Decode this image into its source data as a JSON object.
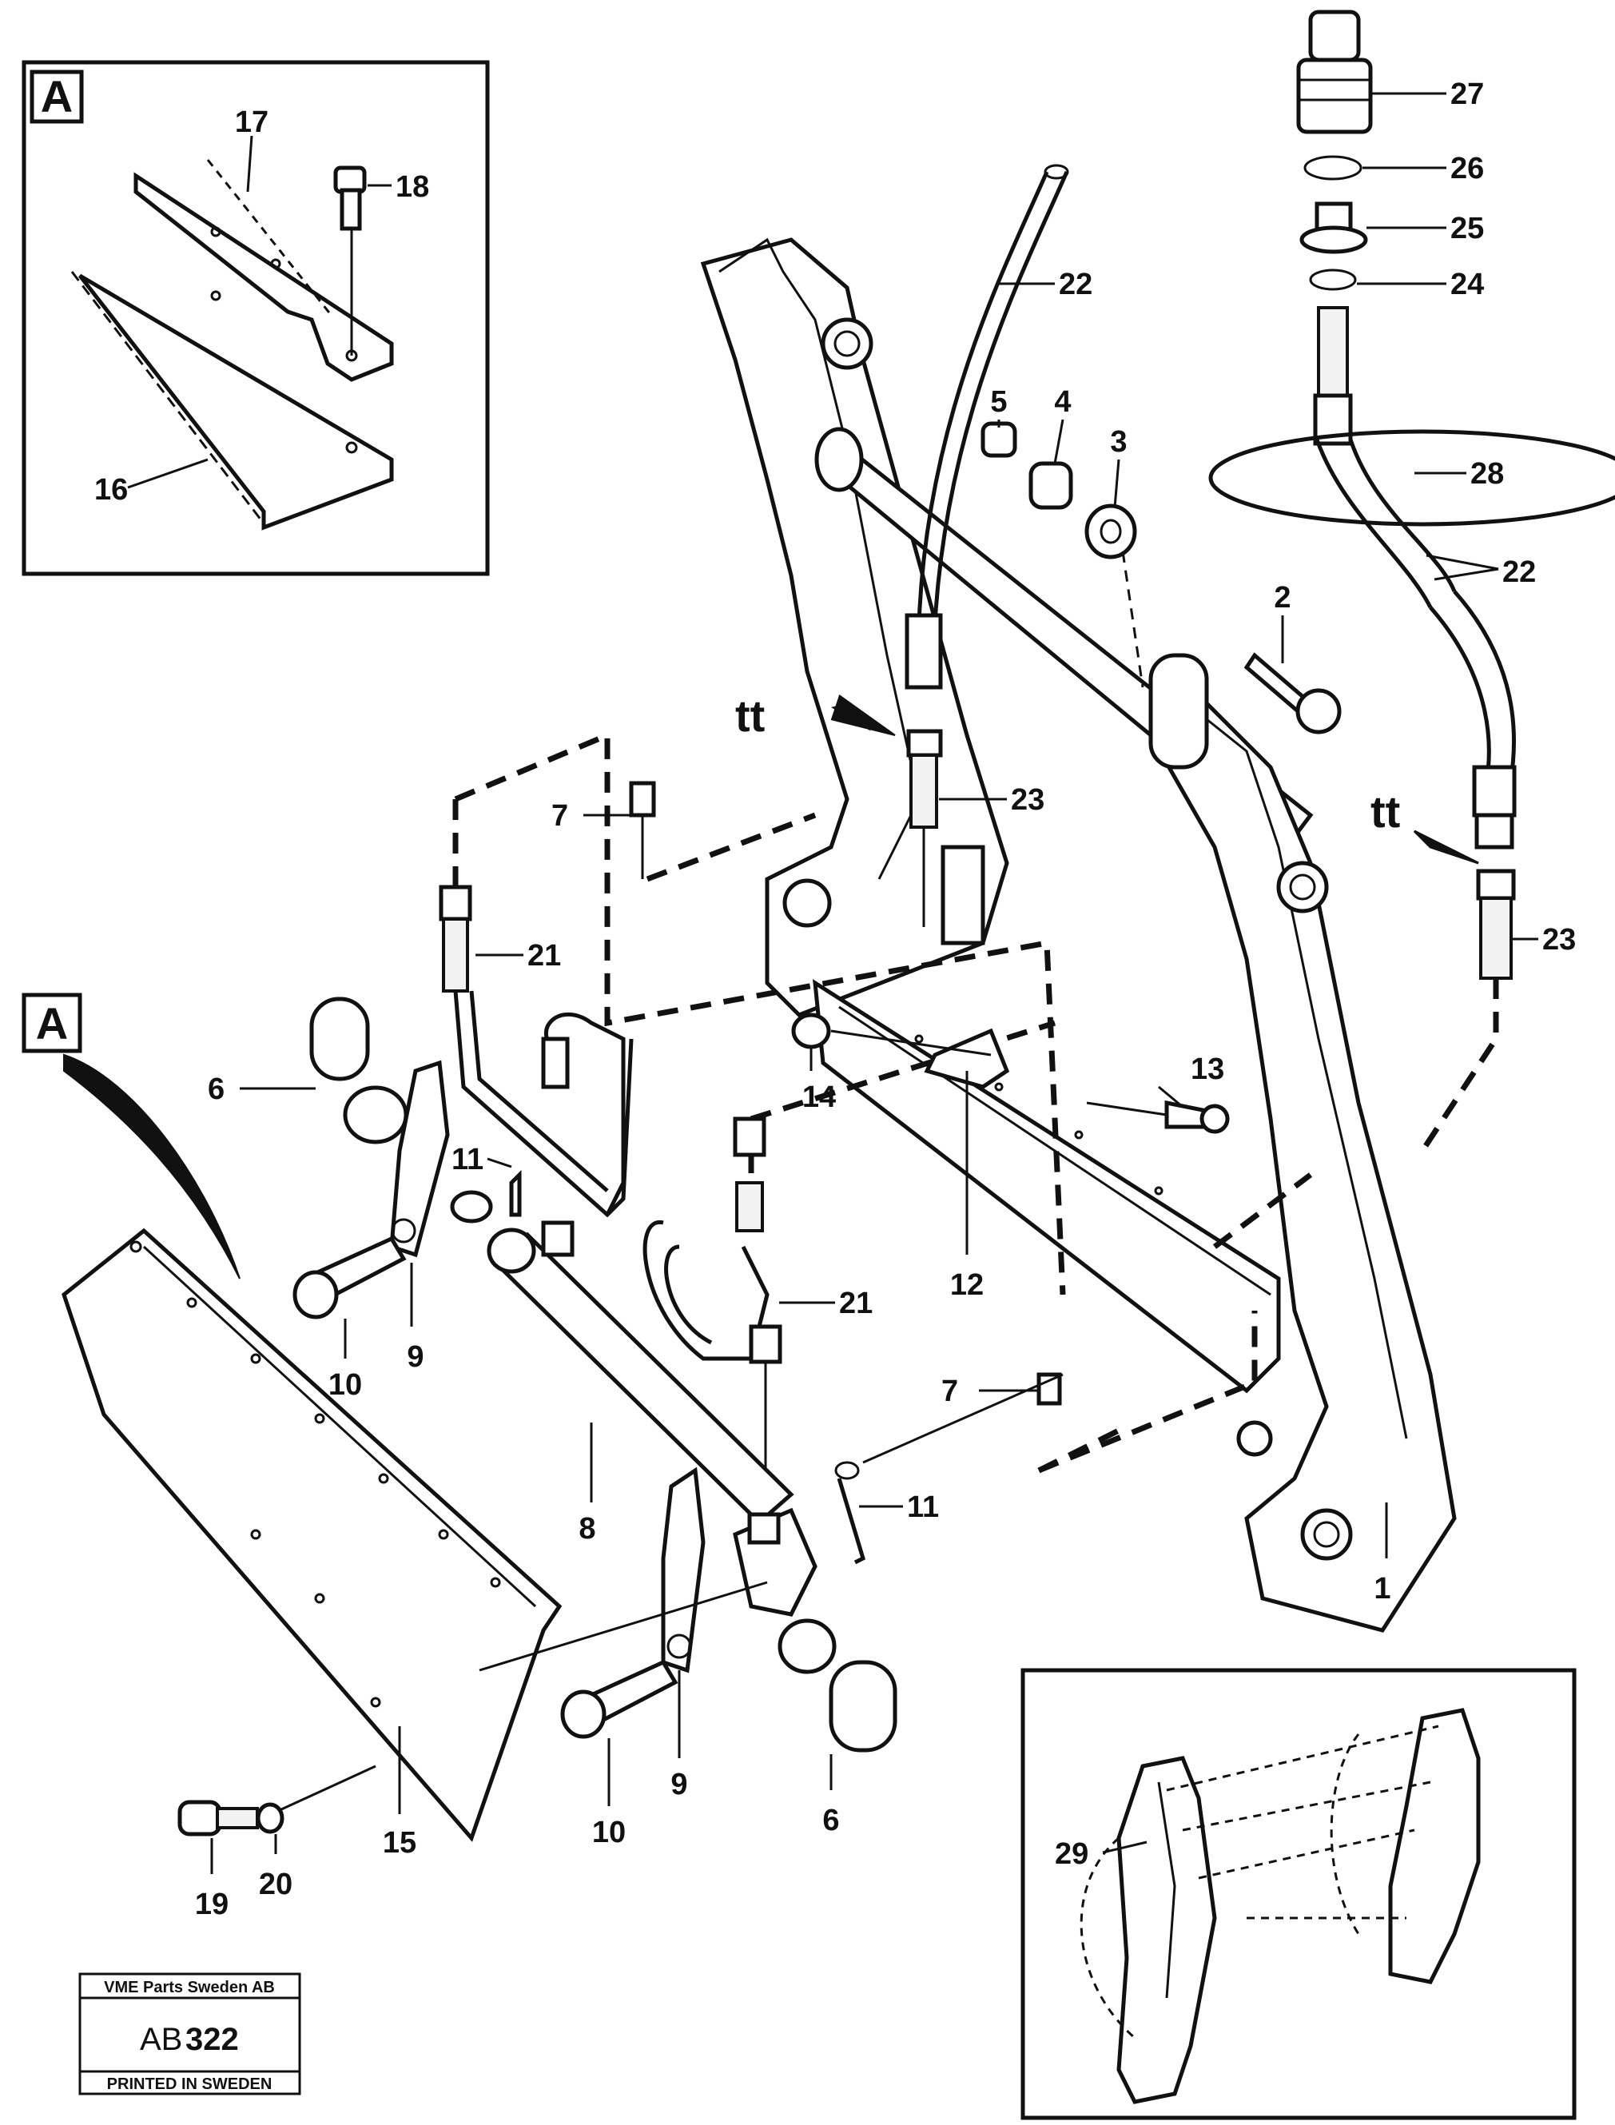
{
  "callouts": {
    "c1": "1",
    "c2": "2",
    "c3": "3",
    "c4": "4",
    "c5": "5",
    "c6a": "6",
    "c6b": "6",
    "c7a": "7",
    "c7b": "7",
    "c8": "8",
    "c9a": "9",
    "c9b": "9",
    "c10a": "10",
    "c10b": "10",
    "c11a": "11",
    "c11b": "11",
    "c12": "12",
    "c13": "13",
    "c14": "14",
    "c15": "15",
    "c16": "16",
    "c17": "17",
    "c18": "18",
    "c19": "19",
    "c20": "20",
    "c21a": "21",
    "c21b": "21",
    "c22a": "22",
    "c22b": "22",
    "c23a": "23",
    "c23b": "23",
    "c24": "24",
    "c25": "25",
    "c26": "26",
    "c27": "27",
    "c28": "28",
    "c29": "29"
  },
  "detail_marker": {
    "inset": "A",
    "pointer": "A"
  },
  "tt_markers": {
    "left": "tt",
    "right": "tt"
  },
  "title_block": {
    "company": "VME Parts Sweden AB",
    "code_prefix": "AB",
    "code_number": "322",
    "printed": "PRINTED IN SWEDEN"
  }
}
